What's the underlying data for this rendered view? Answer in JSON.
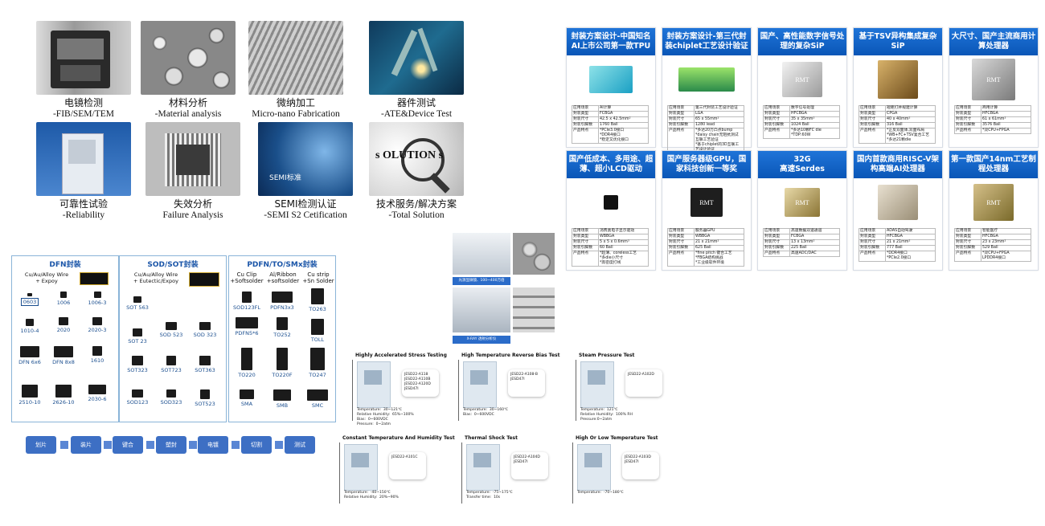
{
  "services": [
    {
      "zh": "电镜检测",
      "en": "-FIB/SEM/TEM"
    },
    {
      "zh": "材料分析",
      "en": "-Material analysis"
    },
    {
      "zh": "微纳加工",
      "en": "Micro-nano Fabrication"
    },
    {
      "zh": "器件测试",
      "en": "-ATE&Device Test"
    },
    {
      "zh": "可靠性试验",
      "en": "-Reliability"
    },
    {
      "zh": "失效分析",
      "en": "Failure Analysis"
    },
    {
      "zh": "SEMI检测认证",
      "en": "-SEMI S2  Cetification"
    },
    {
      "zh": "技术服务/解决方案",
      "en": "-Total Solution"
    }
  ],
  "semi_overlay": "SEMI标准",
  "solution_overlay": "s OLUTION s",
  "packages": {
    "dfn": {
      "title": "DFN封装",
      "sub": "Cu/Au/Alloy Wire\n+ Expoy",
      "items": [
        "0603",
        "1006",
        "1006-3",
        "1010-4",
        "2020",
        "2020-3",
        "DFN 6x6",
        "DFN 8x8",
        "1610",
        "2510-10",
        "2626-10",
        "2030-6"
      ]
    },
    "sod": {
      "title": "SOD/SOT封装",
      "sub": "Cu/Au/Alloy Wire\n+ Eutectic/Expoy",
      "items": [
        "SOT 563",
        "SOT 23",
        "SOD 523",
        "SOD 323",
        "SOT323",
        "SOT723",
        "SOT363",
        "SOD123",
        "SOD323",
        "SOT523"
      ]
    },
    "pdfn": {
      "title": "PDFN/TO/SMx封装",
      "subs": [
        "Cu Clip\n+Softsolder",
        "Al/Ribbon\n+softsolder",
        "Cu strip\n+Sn Solder"
      ],
      "items": [
        "SOD123FL",
        "PDFN3x3",
        "TO263",
        "PDFN5*6",
        "TO252",
        "TOLL",
        "TO220",
        "TO220F",
        "TO247",
        "SMA",
        "SMB",
        "SMC"
      ]
    }
  },
  "flow": [
    "划片",
    "装片",
    "键合",
    "塑封",
    "电镀",
    "切割",
    "测试"
  ],
  "lab_captions": [
    "光源显微镜、100~400万倍",
    "X-RAY 透射分析仪"
  ],
  "products": [
    {
      "title": "封装方案设计-中国知名AI上市公司第一款TPU",
      "rows": [
        [
          "应用场景",
          "AI计算"
        ],
        [
          "封装类型",
          "FCBGA"
        ],
        [
          "封装尺寸",
          "42.5 x 42.5mm²"
        ],
        [
          "封装引脚数",
          "1760 Ball"
        ],
        [
          "产品特点",
          "*PCIe3.0接口\n*DDR4接口\n*稳定又优化接口"
        ]
      ]
    },
    {
      "title": "封装方案设计-第三代封装chiplet工艺设计验证",
      "rows": [
        [
          "应用场景",
          "第三代封装工艺设计验证"
        ],
        [
          "封装类型",
          "LGA"
        ],
        [
          "封装尺寸",
          "65 x 55mm²"
        ],
        [
          "封装引脚数",
          "1280 lead"
        ],
        [
          "产品特点",
          "*多达20万凸点bump\n*daisy chain无阻抗测试\n互联工艺验证\n*基于chiplet的3D互联工\n艺设计验证"
        ]
      ]
    },
    {
      "title": "国产、高性能数字信号处理的复杂SiP",
      "rows": [
        [
          "应用场景",
          "数字信号处理"
        ],
        [
          "封装类型",
          "HFCBGA"
        ],
        [
          "封装尺寸",
          "35 x 35mm²"
        ],
        [
          "封装引脚数",
          "1024 Ball"
        ],
        [
          "产品特点",
          "*多达10颗FC die\n*TDP:60W"
        ]
      ]
    },
    {
      "title": "基于TSV异构集成复杂SiP",
      "rows": [
        [
          "应用场景",
          "短距打并规建计算"
        ],
        [
          "封装类型",
          "CPGA"
        ],
        [
          "封装尺寸",
          "40 x 40mm²"
        ],
        [
          "封装引脚数",
          "316 Ball"
        ],
        [
          "产品特点",
          "*正反双面体,双面布局\n*WB+FC+TSV复合工艺\n*多达21颗die"
        ]
      ]
    },
    {
      "title": "大尺寸、国产主流商用计算处理器",
      "rows": [
        [
          "应用场景",
          "商用计算"
        ],
        [
          "封装类型",
          "HFCBGA"
        ],
        [
          "封装尺寸",
          "61 x 61mm²"
        ],
        [
          "封装引脚数",
          "3576 Ball"
        ],
        [
          "产品特点",
          "*双CPU+FPGA"
        ]
      ]
    },
    {
      "title": "国产低成本、多用途、超薄、超小LCD驱动",
      "rows": [
        [
          "应用场景",
          "消费类电子显示驱动"
        ],
        [
          "封装类型",
          "WBBGA"
        ],
        [
          "封装尺寸",
          "5 x 5 x 0.6mm³"
        ],
        [
          "封装引脚数",
          "60 Ball"
        ],
        [
          "产品特点",
          "*超薄、coreless工艺\n*多die小尺寸\n*高密度打线"
        ]
      ]
    },
    {
      "title": "国产服务器级GPU，国家科技创新一等奖",
      "rows": [
        [
          "应用场景",
          "服务器GPU"
        ],
        [
          "封装类型",
          "WBBGA"
        ],
        [
          "封装尺寸",
          "21 x 21mm²"
        ],
        [
          "封装引脚数",
          "625 Ball"
        ],
        [
          "产品特点",
          "*fine pitch 键合工艺\n*FBGA结构挑战\n*工业级软件环境"
        ]
      ]
    },
    {
      "title": "32G\n高速Serdes",
      "rows": [
        [
          "应用场景",
          "高速数据双速通道"
        ],
        [
          "封装类型",
          "FCBGA"
        ],
        [
          "封装尺寸",
          "13 x 13mm²"
        ],
        [
          "封装引脚数",
          "225 Ball"
        ],
        [
          "产品特点",
          "高速ADC/DAC"
        ]
      ]
    },
    {
      "title": "国内首款商用RISC-V架构高端AI处理器",
      "rows": [
        [
          "应用场景",
          "ADAS自动驾驶"
        ],
        [
          "封装类型",
          "HFCBGA"
        ],
        [
          "封装尺寸",
          "21 x 21mm²"
        ],
        [
          "封装引脚数",
          "777 Ball"
        ],
        [
          "产品特点",
          "*DDR4接口\n*PCIe2.0接口"
        ]
      ]
    },
    {
      "title": "第一款国产14nm工艺制程处理器",
      "rows": [
        [
          "应用场景",
          "智能医疗"
        ],
        [
          "封装类型",
          "HFCBGA"
        ],
        [
          "封装尺寸",
          "23 x 23mm²"
        ],
        [
          "封装引脚数",
          "529 Ball"
        ],
        [
          "产品特点",
          "*双CPU+FPGA\nLPDDR4接口"
        ]
      ]
    }
  ],
  "chip_marks": [
    "RMT",
    "RMT",
    "RMT",
    "RMT",
    "RMT"
  ],
  "tests": [
    {
      "title": "Highly Accelerated Stress Testing",
      "std": "JESD22-A118\nJESD22-A110B\nJESD22-A120D\nJESD47I",
      "params": "Temperature:  30~121℃\nRelative Humidity:  65%~100%\nBias:  0~600VDC\nPressure:  0~2atm"
    },
    {
      "title": "High Temperature Reverse Bias Test",
      "std": "JESD22-A108-B\nJESD47I",
      "params": "Temperature:  30~160℃\nBias:  0~600VDC"
    },
    {
      "title": "Steam Pressure Test",
      "std": "JESD22-A102D",
      "params": "Temperature:  121℃\nRelative Humidity:  100% RH\nPressure:0~2atm"
    },
    {
      "title": "Constant Temperature And Humidity Test",
      "std": "JESD22-A101C",
      "params": "Temperature:  -40~150℃\nRelative Humidity:  20%~90%"
    },
    {
      "title": "Thermal Shock Test",
      "std": "JESD22-A104D\nJESD47I",
      "params": "Temperature:  -75~175℃\nTransfer time:  10s"
    },
    {
      "title": "High Or Low Temperature Test",
      "std": "JESD22-A103D\nJESD47I",
      "params": "Temperature:  -70~180℃"
    }
  ]
}
